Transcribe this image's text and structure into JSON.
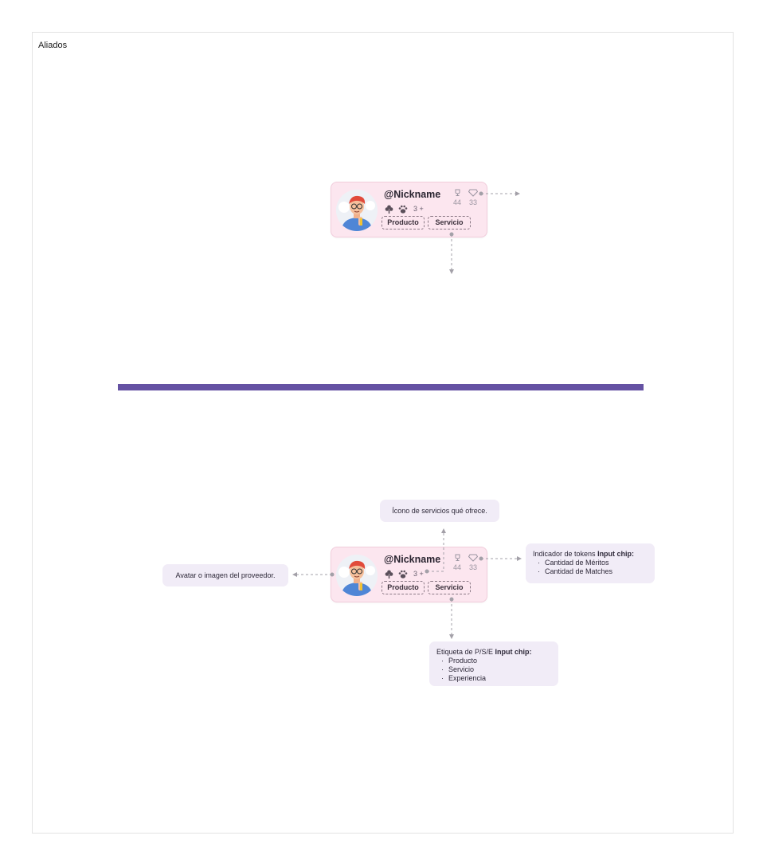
{
  "frame": {
    "title": "Aliados"
  },
  "card": {
    "nickname": "@Nickname",
    "more_count": "3 +",
    "chips": [
      "Producto",
      "Servicio"
    ],
    "tokens": [
      {
        "icon": "trophy-icon",
        "value": "44"
      },
      {
        "icon": "diamond-icon",
        "value": "33"
      }
    ],
    "service_icons": [
      "flower-icon",
      "paw-icon"
    ]
  },
  "annotations": {
    "services": "Ícono de servicios qué ofrece.",
    "avatar": "Avatar o imagen del proveedor.",
    "tokens": {
      "lead": "Indicador de tokens ",
      "bold": "Input chip:",
      "items": [
        "Cantidad de Méritos",
        "Cantidad de Matches"
      ]
    },
    "tags": {
      "lead": "Etiqueta de P/S/E ",
      "bold": "Input chip:",
      "items": [
        "Producto",
        "Servicio",
        "Experiencia"
      ]
    }
  },
  "colors": {
    "card_bg": "#fce6ef",
    "divider": "#6552a3",
    "note_bg": "#f1ecf7",
    "connector": "#a3a0a8"
  }
}
